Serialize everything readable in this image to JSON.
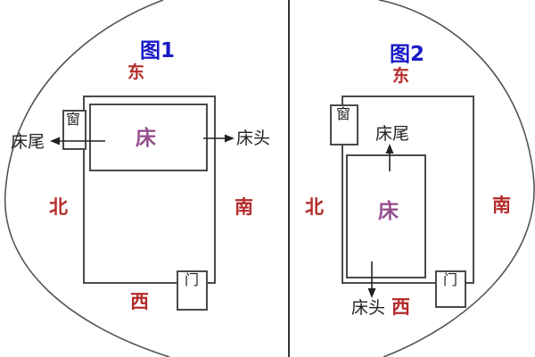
{
  "figure": {
    "panels": [
      {
        "title": "图1",
        "compass": {
          "top": "东",
          "bottom": "西",
          "left": "北",
          "right": "南"
        },
        "bed_label": "床",
        "bed_head_label": "床头",
        "bed_foot_label": "床尾",
        "window_label": "窗",
        "door_label": "门"
      },
      {
        "title": "图2",
        "compass": {
          "top": "东",
          "bottom": "西",
          "left": "北",
          "right": "南"
        },
        "bed_label": "床",
        "bed_head_label": "床头",
        "bed_foot_label": "床尾",
        "window_label": "窗",
        "door_label": "门"
      }
    ],
    "colors": {
      "title_blue": "#1a1ac8",
      "compass_red": "#b52a2a",
      "bed_purple": "#96508e",
      "outline_gray": "#4a4a4a"
    }
  }
}
